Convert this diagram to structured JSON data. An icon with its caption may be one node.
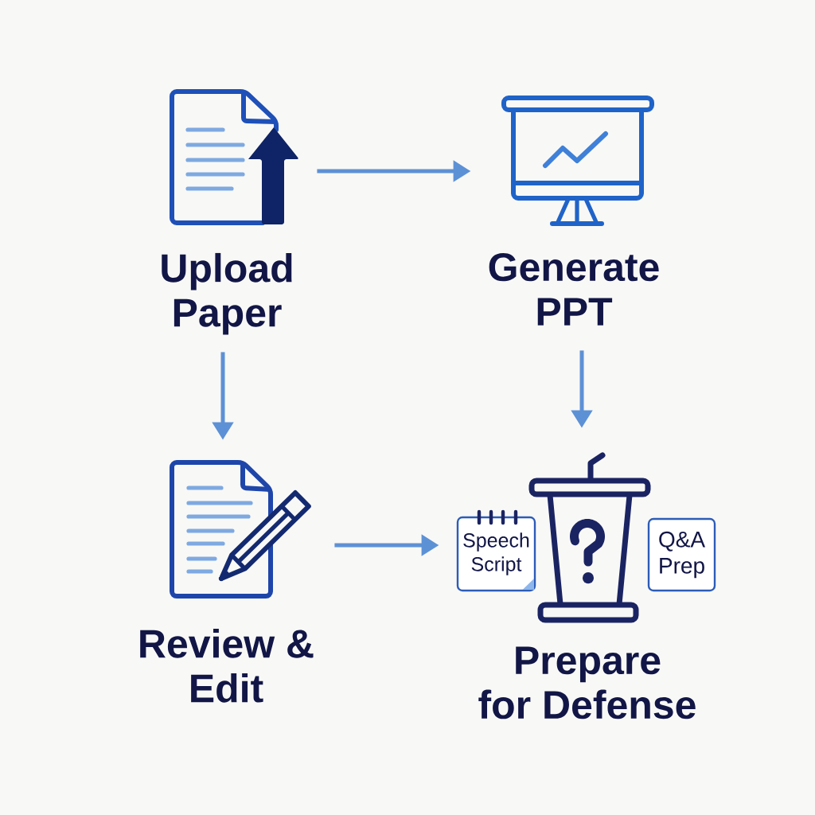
{
  "diagram": {
    "nodes": [
      {
        "text": [
          "Upload Paper"
        ]
      },
      {
        "text": [
          "Generate PPT"
        ]
      },
      {
        "text": [
          "Review & Edit"
        ]
      },
      {
        "text": [
          "Prepare for Defense"
        ]
      },
      {
        "text": [
          "Speech Script"
        ],
        "in": 3
      },
      {
        "text": [
          "Q&A Prep"
        ],
        "in": 3
      }
    ],
    "edges": [
      {
        "from": 0,
        "to": 1,
        "arrow": "to"
      },
      {
        "from": 0,
        "to": 2,
        "arrow": "to"
      },
      {
        "from": 1,
        "to": 3,
        "arrow": "to"
      },
      {
        "from": 2,
        "to": 3,
        "arrow": "to"
      }
    ]
  }
}
